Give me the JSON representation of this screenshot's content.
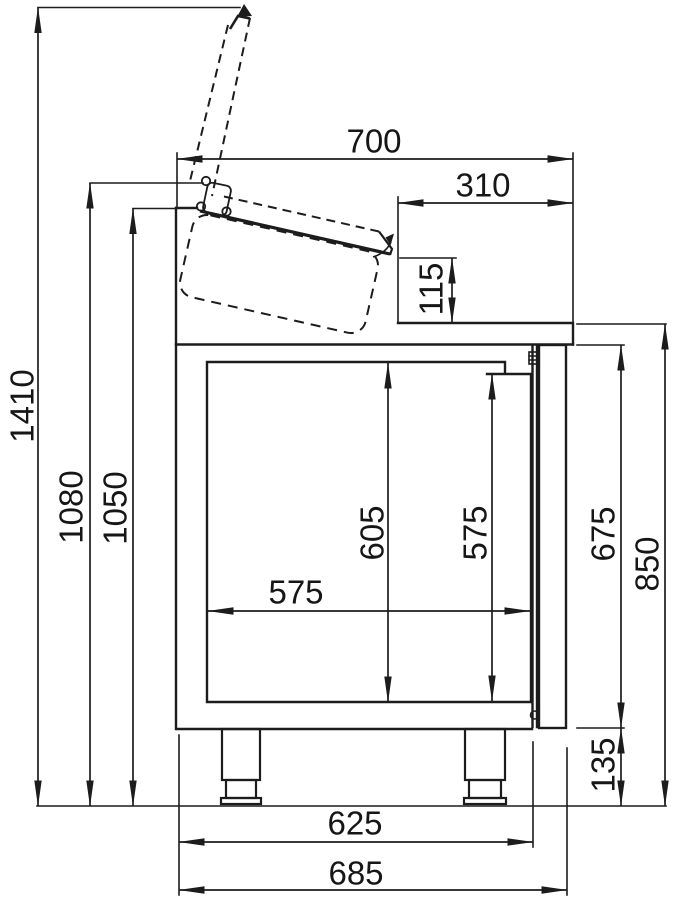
{
  "drawing": {
    "dims": {
      "overall_height": "1410",
      "hinge_height": "1080",
      "upstand_height": "1050",
      "top_depth": "700",
      "lid_tip_setback": "310",
      "lid_tip_rise": "115",
      "interior_height": "605",
      "door_opening_height": "575",
      "interior_depth": "575",
      "front_height": "675",
      "worktop_height": "850",
      "base_clearance": "135",
      "body_depth": "625",
      "overall_depth": "685"
    }
  }
}
